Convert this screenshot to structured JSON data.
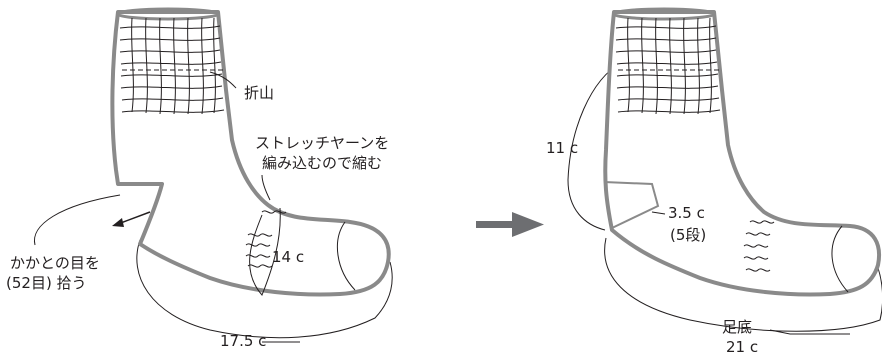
{
  "left_sock": {
    "fold_label": "折山",
    "stretch_note_line1": "ストレッチヤーンを",
    "stretch_note_line2": "編み込むので縮む",
    "heel_note_line1": "かかとの目を",
    "heel_note_line2": "(52目) 拾う",
    "instep_count": "14 c",
    "sole_count": "17.5 c"
  },
  "arrow": {
    "icon": "right-arrow-icon",
    "color": "#6d6e71"
  },
  "right_sock": {
    "leg_count": "11 c",
    "heel_count": "3.5 c",
    "heel_rows": "(5段)",
    "sole_label": "足底",
    "sole_count": "21 c"
  },
  "colors": {
    "outline": "#8a8a8a",
    "line": "#231f20"
  }
}
